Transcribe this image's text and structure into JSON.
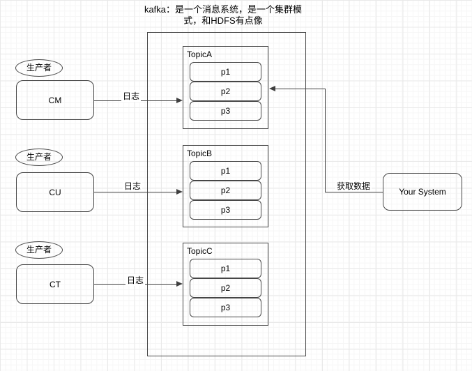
{
  "title": {
    "line1": "kafka：是一个消息系统，是一个集群模",
    "line2": "式，和HDFS有点像"
  },
  "producers": [
    {
      "role": "生产者",
      "name": "CM",
      "edge_label": "日志"
    },
    {
      "role": "生产者",
      "name": "CU",
      "edge_label": "日志"
    },
    {
      "role": "生产者",
      "name": "CT",
      "edge_label": "日志"
    }
  ],
  "kafka_cluster": {
    "topics": [
      {
        "name": "TopicA",
        "partitions": [
          "p1",
          "p2",
          "p3"
        ]
      },
      {
        "name": "TopicB",
        "partitions": [
          "p1",
          "p2",
          "p3"
        ]
      },
      {
        "name": "TopicC",
        "partitions": [
          "p1",
          "p2",
          "p3"
        ]
      }
    ]
  },
  "consumer": {
    "name": "Your System",
    "edge_label": "获取数据"
  },
  "colors": {
    "stroke": "#464646",
    "text": "#000000",
    "canvas": "#ffffff",
    "grid_minor": "#f6f6f6",
    "grid_major": "#e9e9e9",
    "label_background": "#ffffff"
  }
}
